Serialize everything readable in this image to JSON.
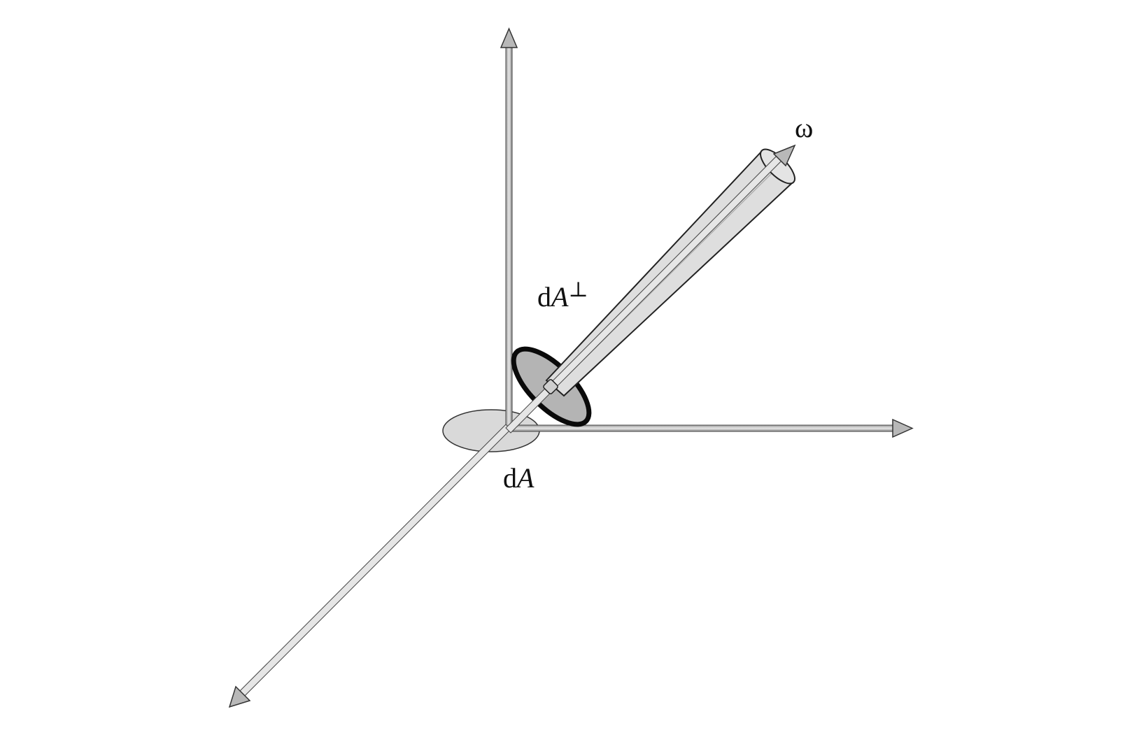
{
  "diagram": {
    "labels": {
      "omega": "ω",
      "d_area_perp_prefix": "d",
      "d_area_perp_var": "A",
      "d_area_perp_sup": "⊥",
      "d_area_prefix": "d",
      "d_area_var": "A"
    },
    "colors": {
      "axis_fill": "#c8c8c8",
      "axis_stroke": "#444444",
      "cone_fill": "#dcdcdc",
      "patch_fill": "#d9d9d9",
      "tilted_patch_fill": "#b4b4b4",
      "tilted_patch_rim": "#0a0a0a"
    }
  }
}
